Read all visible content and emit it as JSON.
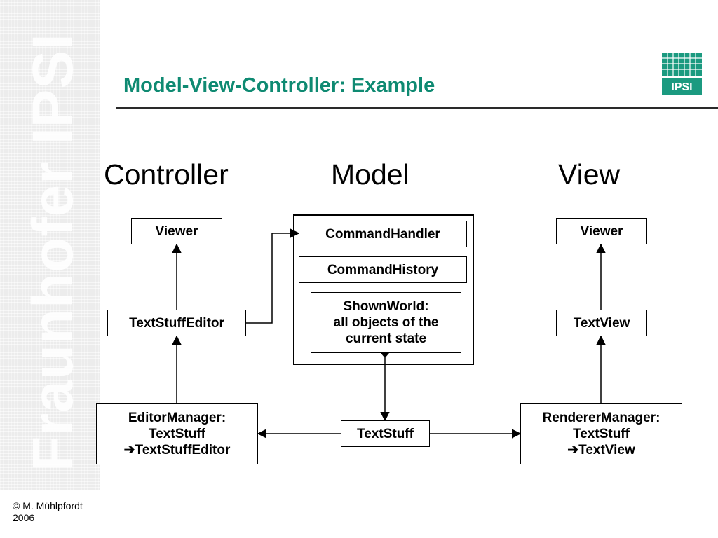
{
  "title": "Model-View-Controller: Example",
  "logo_text": "IPSI",
  "watermark": "Fraunhofer IPSI",
  "copyright": "© M. Mühlpfordt\n2006",
  "colors": {
    "title": "#0f8a72",
    "logo": "#1b9a80"
  },
  "columns": {
    "controller": "Controller",
    "model": "Model",
    "view": "View"
  },
  "nodes": {
    "viewer_controller": "Viewer",
    "textstuffeditor": "TextStuffEditor",
    "editormanager": "EditorManager:\nTextStuff\n➔TextStuffEditor",
    "commandhandler": "CommandHandler",
    "commandhistory": "CommandHistory",
    "shownworld": "ShownWorld:\nall objects of the\ncurrent state",
    "textstuff": "TextStuff",
    "viewer_view": "Viewer",
    "textview": "TextView",
    "renderermanager": "RendererManager:\nTextStuff\n➔TextView"
  }
}
